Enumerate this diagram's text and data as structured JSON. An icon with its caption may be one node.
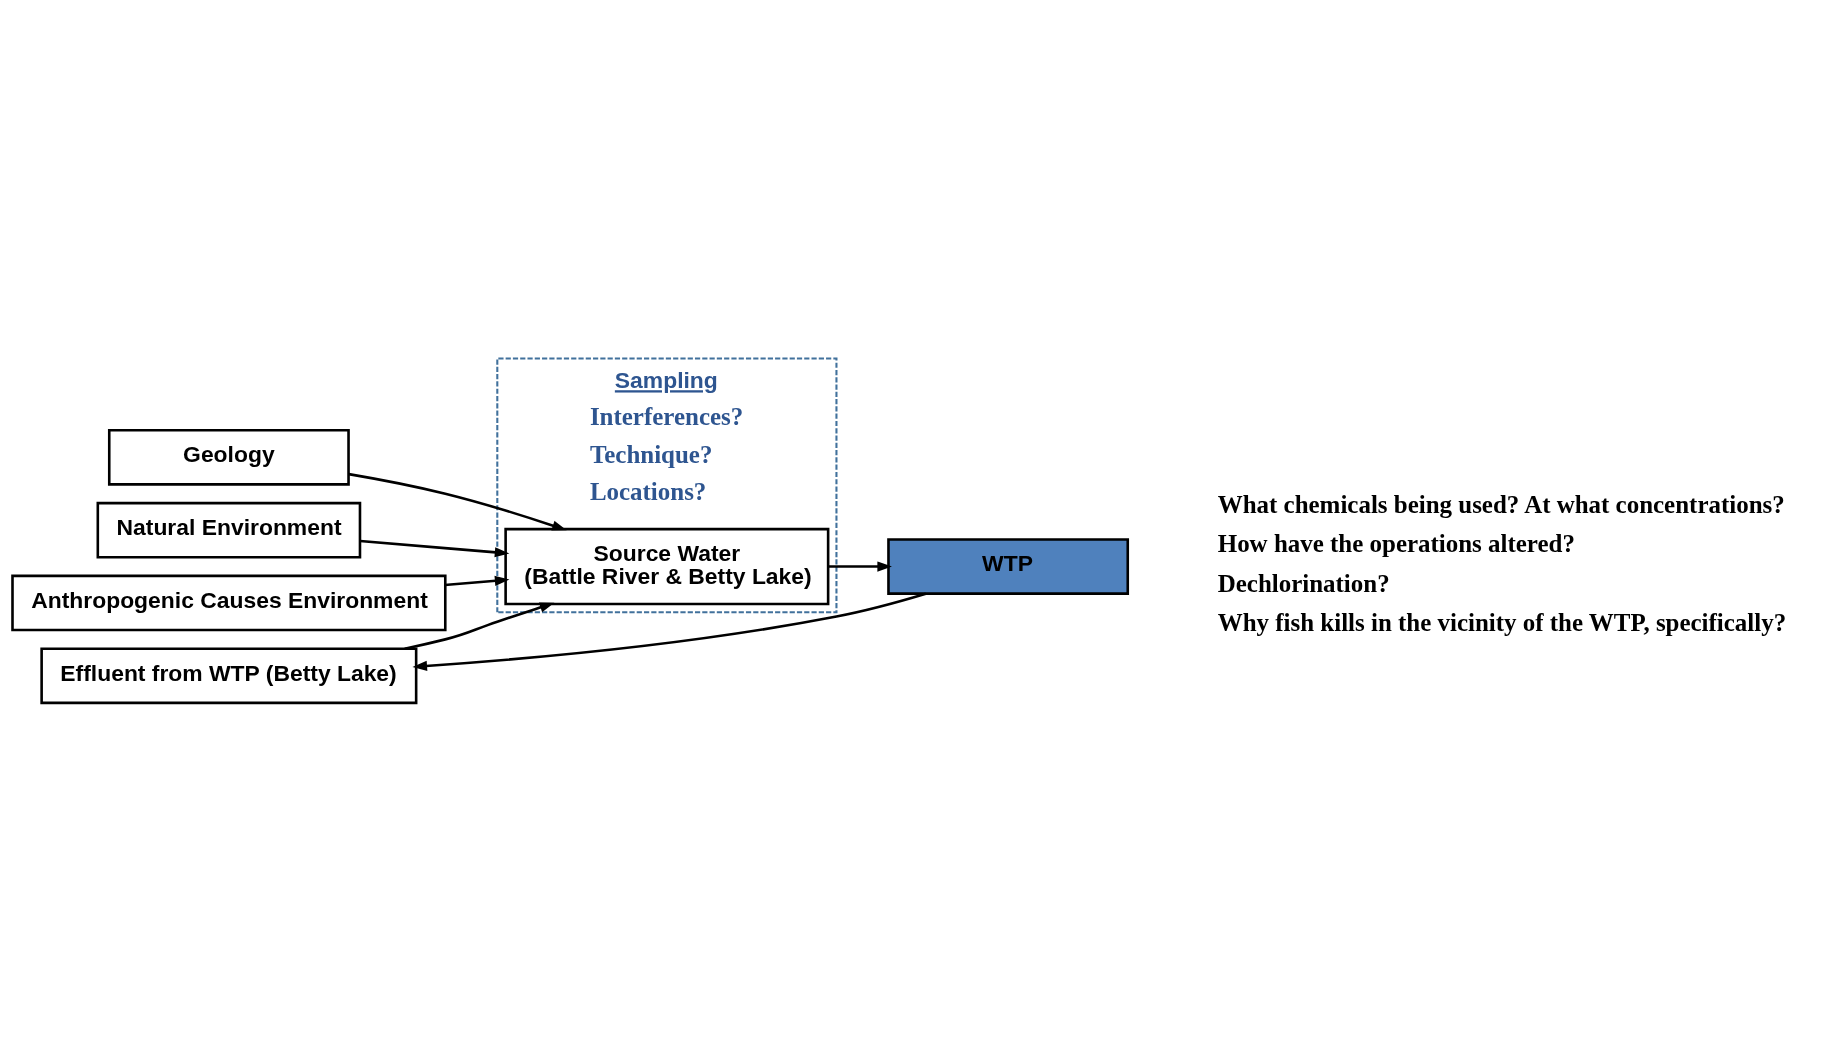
{
  "diagram": {
    "nodes": [
      {
        "text": [
          "Geology"
        ]
      },
      {
        "text": [
          "Natural Environment"
        ]
      },
      {
        "text": [
          "Anthropogenic Causes Environment"
        ]
      },
      {
        "text": [
          "Effluent from WTP (Betty Lake)"
        ]
      },
      {
        "text": [
          "Sampling",
          "Interferences?",
          "Technique?",
          "Locations?"
        ]
      },
      {
        "text": [
          "Source Water",
          "(Battle River & Betty Lake)"
        ],
        "in": 4
      },
      {
        "text": [
          "WTP"
        ]
      }
    ],
    "edges": [
      {
        "from": 0,
        "to": 5,
        "arrow": "to"
      },
      {
        "from": 1,
        "to": 5,
        "arrow": "to"
      },
      {
        "from": 2,
        "to": 5,
        "arrow": "to"
      },
      {
        "from": 3,
        "to": 5,
        "arrow": "to"
      },
      {
        "from": 5,
        "to": 6,
        "arrow": "to"
      },
      {
        "from": 6,
        "to": 3,
        "arrow": "to"
      }
    ],
    "labels": [
      "What chemicals being used? At what concentrations?",
      "How have the operations altered?",
      "Dechlorination?",
      "Why fish kills in the vicinity of the WTP, specifically?"
    ]
  }
}
